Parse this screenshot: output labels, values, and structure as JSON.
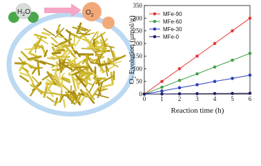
{
  "illustration": {
    "reactant": {
      "main": "H",
      "sub": "2",
      "rest": "O"
    },
    "product": {
      "main": "O",
      "sub": "2"
    },
    "reactant_ball_colors": [
      "#4aa84a",
      "#4aa84a"
    ],
    "product_ball_colors": [
      "#f2a97a",
      "#f2a97a"
    ],
    "arrow_color": "#f4a6c4",
    "halo_color": "#bcd9f2",
    "crystal_color": "#c9b22a"
  },
  "chart_data": {
    "type": "line",
    "x": [
      0,
      1,
      2,
      3,
      4,
      5,
      6
    ],
    "xlim": [
      0,
      6
    ],
    "ylim": [
      0,
      350
    ],
    "xticks": [
      "0",
      "1",
      "2",
      "3",
      "4",
      "5",
      "6"
    ],
    "yticks": [
      "0",
      "50",
      "100",
      "150",
      "200",
      "250",
      "300",
      "350"
    ],
    "xlabel": "Reaction time (h)",
    "ylabel": {
      "pre": "O",
      "sub": "2",
      "post": " Evolution (μmol/g)"
    },
    "grid": false,
    "legend_position": "top-left",
    "series": [
      {
        "name": "MFe-90",
        "color": "#e53935",
        "values": [
          0,
          50,
          100,
          150,
          200,
          250,
          300
        ]
      },
      {
        "name": "MFe-60",
        "color": "#43a047",
        "values": [
          0,
          27,
          54,
          80,
          107,
          134,
          161
        ]
      },
      {
        "name": "MFe-30",
        "color": "#2c3fb8",
        "values": [
          0,
          12,
          25,
          37,
          50,
          62,
          75
        ]
      },
      {
        "name": "MFe-0",
        "color": "#222266",
        "values": [
          0,
          0.5,
          1,
          1.5,
          2,
          2.5,
          3
        ]
      }
    ]
  }
}
